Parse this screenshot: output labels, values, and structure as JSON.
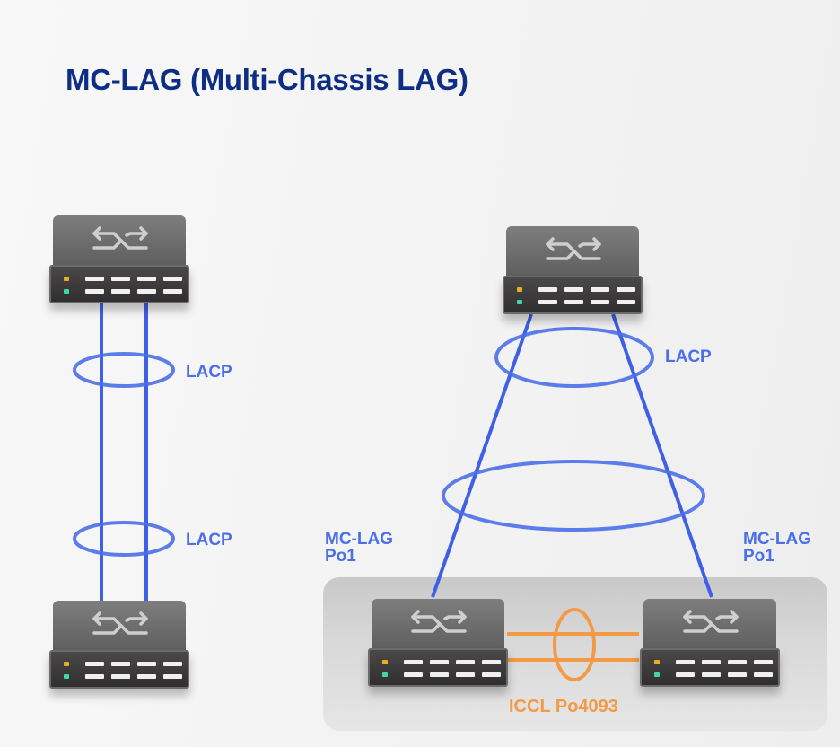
{
  "title": "MC-LAG (Multi-Chassis LAG)",
  "left_panel": {
    "upper_label": "LACP",
    "lower_label": "LACP",
    "switches": [
      {
        "role": "upper-switch",
        "icon": "switch-icon"
      },
      {
        "role": "lower-switch",
        "icon": "switch-icon"
      }
    ]
  },
  "right_panel": {
    "upper_label": "LACP",
    "left_mclag_label_line1": "MC-LAG",
    "left_mclag_label_line2": "Po1",
    "right_mclag_label_line1": "MC-LAG",
    "right_mclag_label_line2": "Po1",
    "iccl_label": "ICCL Po4093",
    "switches": [
      {
        "role": "upstream-switch",
        "icon": "switch-icon"
      },
      {
        "role": "mclag-peer-1",
        "icon": "switch-icon"
      },
      {
        "role": "mclag-peer-2",
        "icon": "switch-icon"
      }
    ]
  },
  "colors": {
    "title": "#0d2e84",
    "lacp_link": "#3f5fe6",
    "label_blue": "#4a6fe8",
    "iccl": "#f29a45",
    "background": "#f3f3f3"
  }
}
